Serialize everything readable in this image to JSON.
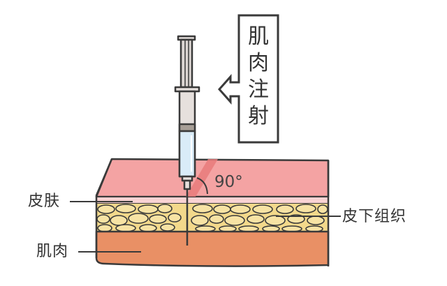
{
  "title_box": {
    "text_chars": [
      "肌",
      "肉",
      "注",
      "射"
    ],
    "text": "肌肉注射",
    "arrow_direction": "left"
  },
  "angle_label": "90°",
  "labels": {
    "skin": "皮肤",
    "subcutaneous": "皮下组织",
    "muscle": "肌肉"
  },
  "watermark": "",
  "colors": {
    "skin_top": "#f4a3a3",
    "skin_band": "#f9d3d3",
    "fat": "#f3d98b",
    "fat_blob": "#f7e3a4",
    "muscle": "#e99065",
    "outline": "#3a3a3a",
    "syringe_liquid": "#d9ecf8",
    "syringe_body": "#e6e0dd",
    "plunger_tip": "#a89f97",
    "angle_band": "#e77b7b"
  }
}
